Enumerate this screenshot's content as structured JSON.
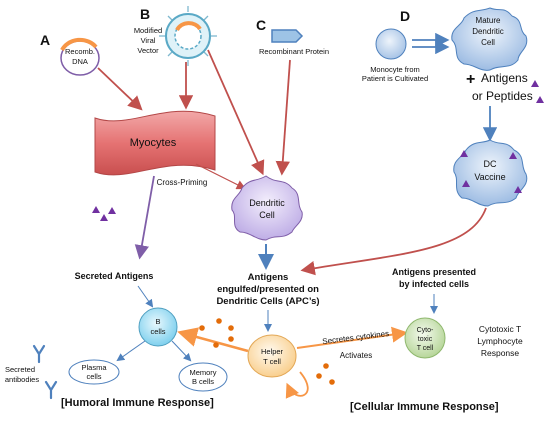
{
  "labels": {
    "letter_a": "A",
    "letter_b": "B",
    "letter_c": "C",
    "letter_d": "D",
    "recomb_dna_line1": "Recomb.",
    "recomb_dna_line2": "DNA",
    "viral_vector_line1": "Modified",
    "viral_vector_line2": "Viral",
    "viral_vector_line3": "Vector",
    "recombinant_protein": "Recombinant Protein",
    "monocyte_line1": "Monocyte from",
    "monocyte_line2": "Patient is Cultivated",
    "mature_dc_line1": "Mature",
    "mature_dc_line2": "Dendritic",
    "mature_dc_line3": "Cell",
    "plus_sign": "+",
    "antigens_line1": "Antigens",
    "antigens_line2": "or Peptides",
    "dc_vaccine_line1": "DC",
    "dc_vaccine_line2": "Vaccine",
    "myocytes": "Myocytes",
    "cross_priming": "Cross-Priming",
    "dendritic_cell_line1": "Dendritic",
    "dendritic_cell_line2": "Cell",
    "secreted_antigens": "Secreted Antigens",
    "engulfed_line1": "Antigens",
    "engulfed_line2": "engulfed/presented on",
    "engulfed_line3": "Dendritic Cells (APC’s)",
    "infected_line1": "Antigens presented",
    "infected_line2": "by infected cells",
    "b_cells_line1": "B",
    "b_cells_line2": "cells",
    "helper_line1": "Helper",
    "helper_line2": "T cell",
    "ctl_line1": "Cyto-",
    "ctl_line2": "toxic",
    "ctl_line3": "T cell",
    "secretes_cytokines": "Secretes cytokines",
    "activates": "Activates",
    "ctl_response_line1": "Cytotoxic T",
    "ctl_response_line2": "Lymphocyte",
    "ctl_response_line3": "Response",
    "plasma_line1": "Plasma",
    "plasma_line2": "cells",
    "memory_line1": "Memory",
    "memory_line2": "B cells",
    "secreted_ab_line1": "Secreted",
    "secreted_ab_line2": "antibodies",
    "humoral": "[Humoral Immune Response]",
    "cellular": "[Cellular Immune Response]"
  },
  "colors": {
    "red_arrow": "#c0504d",
    "blue_arrow": "#4f81bd",
    "purple_arrow": "#7f5ea8",
    "orange_arrow": "#f79646",
    "myocytes_fill": "#e07070",
    "dc_fill": "#d8ccf0",
    "dc_vaccine_fill": "#c5d9f1",
    "b_cell_fill": "#b7e4f5",
    "helper_fill": "#fde7c4",
    "ctl_fill": "#d7e9c5",
    "triangle": "#7030a0",
    "dot": "#e36c09",
    "antibody": "#4f81bd"
  }
}
